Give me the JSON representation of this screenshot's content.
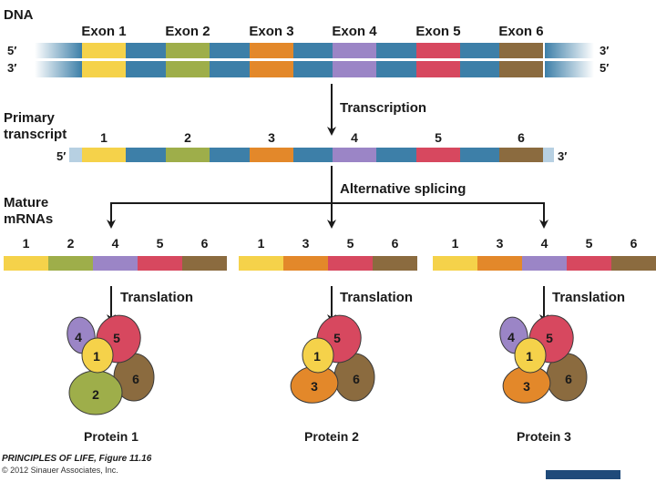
{
  "labels": {
    "dna": "DNA",
    "primary_transcript_line1": "Primary",
    "primary_transcript_line2": "transcript",
    "mature_line1": "Mature",
    "mature_line2": "mRNAs",
    "transcription": "Transcription",
    "alternative_splicing": "Alternative splicing",
    "translation": "Translation",
    "five_prime": "5′",
    "three_prime": "3′"
  },
  "exon_colors": {
    "1": "#f5d24a",
    "2": "#9eae4a",
    "3": "#e3882a",
    "4": "#9b85c6",
    "5": "#d7485f",
    "6": "#8b6b3f"
  },
  "intron_color": "#3d7fa8",
  "exons": [
    {
      "id": "1",
      "dna_label": "Exon 1",
      "transcript_label": "1"
    },
    {
      "id": "2",
      "dna_label": "Exon 2",
      "transcript_label": "2"
    },
    {
      "id": "3",
      "dna_label": "Exon 3",
      "transcript_label": "3"
    },
    {
      "id": "4",
      "dna_label": "Exon 4",
      "transcript_label": "4"
    },
    {
      "id": "5",
      "dna_label": "Exon 5",
      "transcript_label": "5"
    },
    {
      "id": "6",
      "dna_label": "Exon 6",
      "transcript_label": "6"
    }
  ],
  "mrnas": [
    {
      "exons": [
        "1",
        "2",
        "4",
        "5",
        "6"
      ]
    },
    {
      "exons": [
        "1",
        "3",
        "5",
        "6"
      ]
    },
    {
      "exons": [
        "1",
        "3",
        "4",
        "5",
        "6"
      ]
    }
  ],
  "proteins": [
    {
      "name": "Protein 1",
      "domains": [
        "4",
        "5",
        "1",
        "2",
        "6"
      ]
    },
    {
      "name": "Protein 2",
      "domains": [
        "5",
        "1",
        "3",
        "6"
      ]
    },
    {
      "name": "Protein 3",
      "domains": [
        "4",
        "5",
        "1",
        "3",
        "6"
      ]
    }
  ],
  "footer": {
    "title": "PRINCIPLES OF LIFE, Figure 11.16",
    "copyright": "© 2012 Sinauer Associates, Inc."
  }
}
